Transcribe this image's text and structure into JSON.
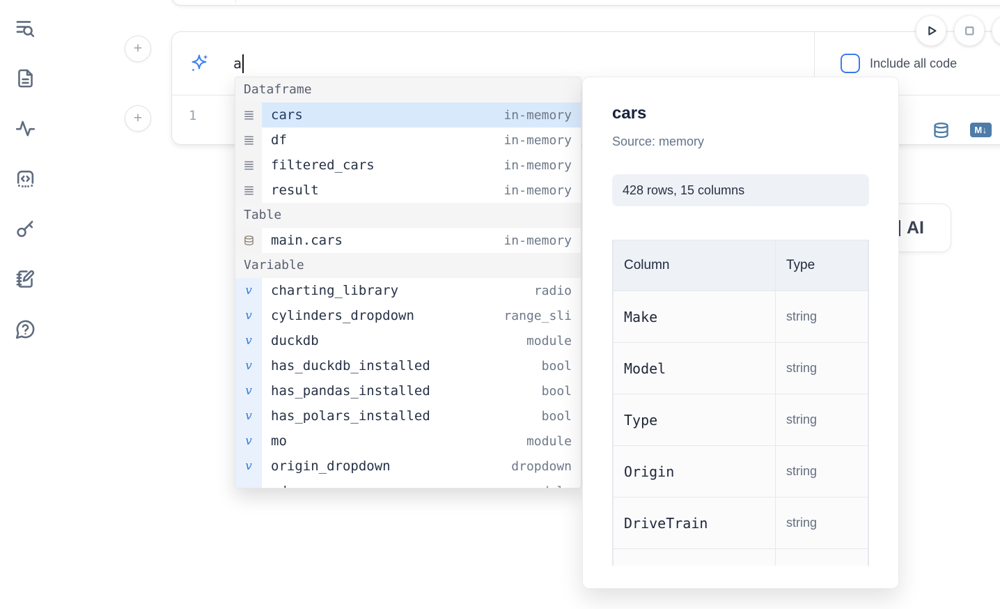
{
  "sidebar": {
    "icons": [
      "toc-search-icon",
      "file-text-icon",
      "activity-icon",
      "snippets-icon",
      "key-icon",
      "scratchpad-icon",
      "help-icon"
    ]
  },
  "cell": {
    "add_cell_buttons": [
      "+",
      "+"
    ],
    "ai_prompt": {
      "value": "a"
    },
    "include_all_code": {
      "label": "Include all code",
      "checked": false
    },
    "editor": {
      "line_number": "1"
    },
    "markdown_badge": "M↓"
  },
  "run_controls": {
    "icons": [
      "play-icon",
      "stop-icon"
    ]
  },
  "ai_button_fragment": {
    "visible_text": "AI"
  },
  "completion": {
    "variable_icon_glyph": "v",
    "sections": [
      {
        "label": "Dataframe",
        "icon": "rows-icon",
        "items": [
          {
            "name": "cars",
            "type": "in-memory",
            "selected": true
          },
          {
            "name": "df",
            "type": "in-memory"
          },
          {
            "name": "filtered_cars",
            "type": "in-memory"
          },
          {
            "name": "result",
            "type": "in-memory"
          }
        ]
      },
      {
        "label": "Table",
        "icon": "database-icon",
        "items": [
          {
            "name": "main.cars",
            "type": "in-memory"
          }
        ]
      },
      {
        "label": "Variable",
        "icon": "variable-icon",
        "items": [
          {
            "name": "charting_library",
            "type": "radio"
          },
          {
            "name": "cylinders_dropdown",
            "type": "range_sli"
          },
          {
            "name": "duckdb",
            "type": "module"
          },
          {
            "name": "has_duckdb_installed",
            "type": "bool"
          },
          {
            "name": "has_pandas_installed",
            "type": "bool"
          },
          {
            "name": "has_polars_installed",
            "type": "bool"
          },
          {
            "name": "mo",
            "type": "module"
          },
          {
            "name": "origin_dropdown",
            "type": "dropdown"
          },
          {
            "name": "pd",
            "type": "module"
          }
        ]
      }
    ]
  },
  "preview": {
    "title": "cars",
    "source": "Source: memory",
    "shape_badge": "428 rows, 15 columns",
    "table": {
      "headers": [
        "Column",
        "Type"
      ],
      "rows": [
        [
          "Make",
          "string"
        ],
        [
          "Model",
          "string"
        ],
        [
          "Type",
          "string"
        ],
        [
          "Origin",
          "string"
        ],
        [
          "DriveTrain",
          "string"
        ]
      ]
    }
  },
  "colors": {
    "accent_blue": "#3b82f6",
    "steel_blue": "#4e7ca8",
    "selection_blue": "#d9e9fc"
  }
}
